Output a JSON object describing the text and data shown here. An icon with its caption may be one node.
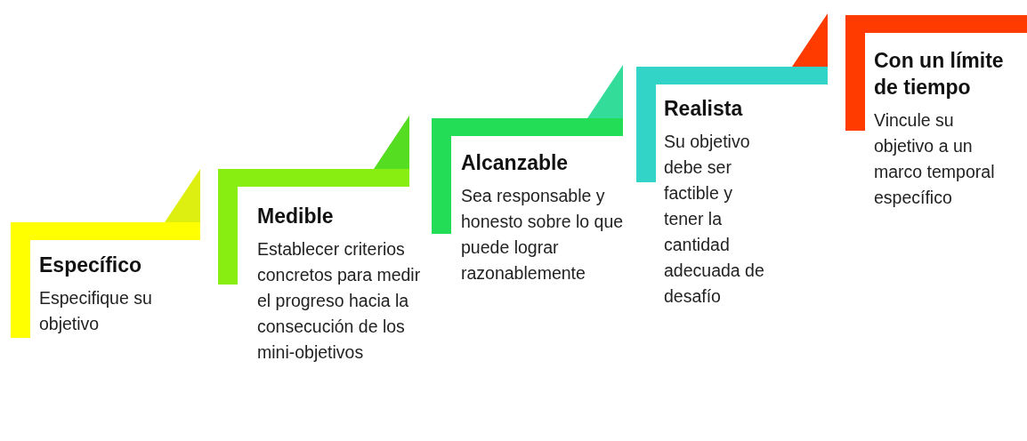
{
  "diagram": {
    "nodes": [
      {
        "text": [
          "Específico",
          "Especifique su objetivo"
        ]
      },
      {
        "text": [
          "Medible",
          "Establecer criterios concretos para medir el progreso hacia la consecución de los mini-objetivos"
        ]
      },
      {
        "text": [
          "Alcanzable",
          "Sea responsable y honesto sobre lo que puede lograr razonablemente"
        ]
      },
      {
        "text": [
          "Realista",
          "Su objetivo debe ser factible y tener la cantidad adecuada de desafío"
        ]
      },
      {
        "text": [
          "Con un límite de tiempo",
          "Vincule su objetivo a un marco temporal específico"
        ]
      }
    ]
  }
}
